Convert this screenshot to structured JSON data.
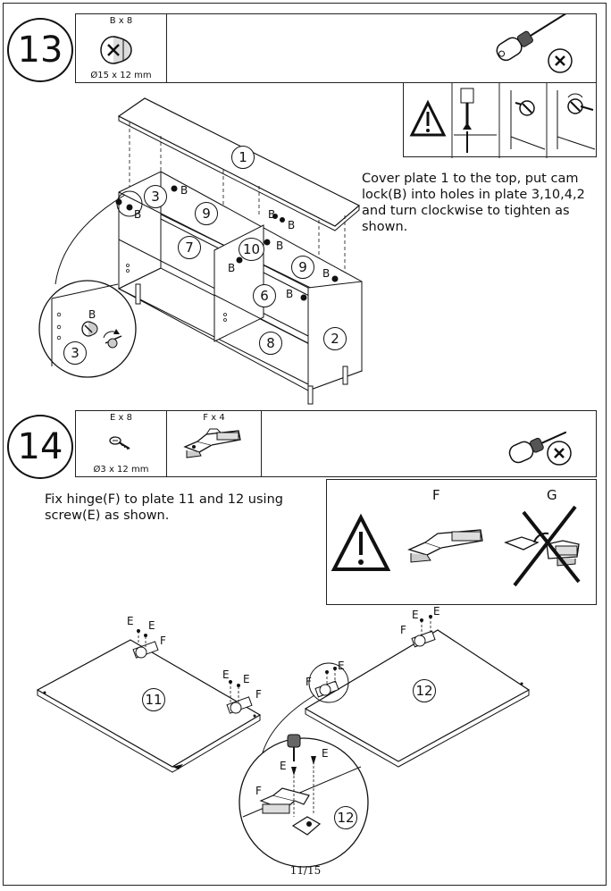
{
  "step13": {
    "number": "13",
    "part_qty": "B x 8",
    "part_dim": "Ø15 x 12 mm",
    "part_icon": "cam-lock-icon",
    "tool_icon": "phillips-screwdriver-icon",
    "instruction": "Cover plate 1 to the top, put cam lock(B) into holes in plate 3,10,4,2 and turn clockwise to tighten as shown.",
    "labels": {
      "plate1": "1",
      "plate3": "3",
      "plate9a": "9",
      "plate7": "7",
      "plate10": "10",
      "plate9b": "9",
      "plate6": "6",
      "plate8": "8",
      "plate2": "2",
      "detail_plate": "3",
      "cam": "B"
    }
  },
  "step14": {
    "number": "14",
    "part_e_qty": "E x 8",
    "part_e_dim": "Ø3 x 12 mm",
    "part_f_qty": "F x 4",
    "part_e_icon": "screw-icon",
    "part_f_icon": "hinge-icon",
    "tool_icon": "phillips-screwdriver-icon",
    "instruction": "Fix hinge(F) to plate 11 and 12 using screw(E) as shown.",
    "warning": {
      "correct_label": "F",
      "wrong_label": "G",
      "icon": "warning-icon"
    },
    "labels": {
      "plate11": "11",
      "plate12": "12",
      "detail_plate": "12",
      "screw": "E",
      "hinge": "F"
    }
  },
  "page": "11/15"
}
